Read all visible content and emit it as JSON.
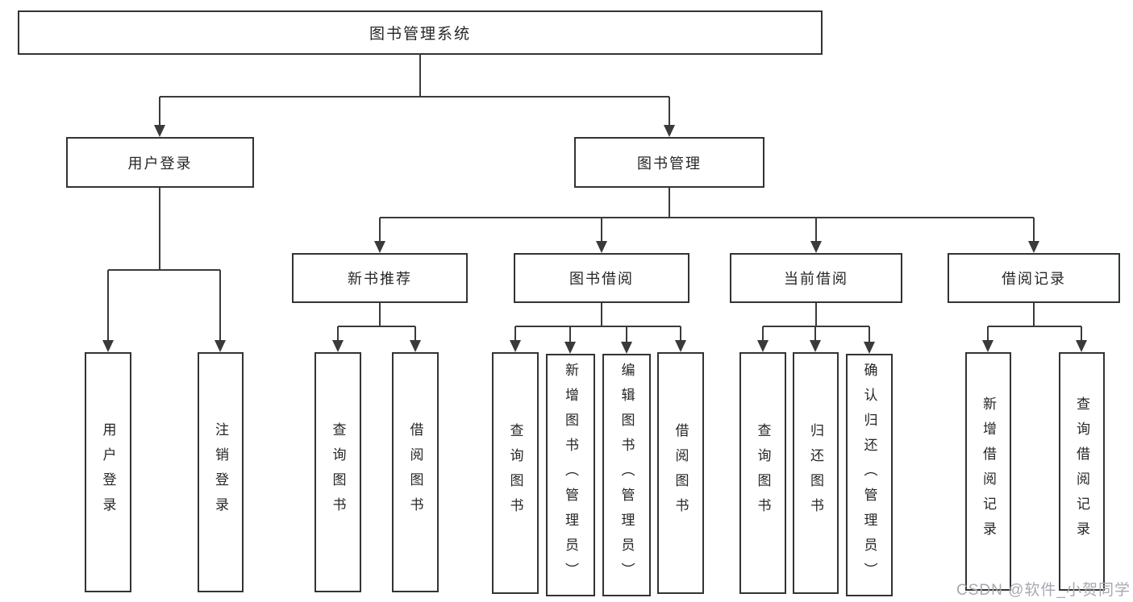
{
  "diagram": {
    "root": {
      "label": "图书管理系统"
    },
    "level2": [
      {
        "label": "用户登录"
      },
      {
        "label": "图书管理"
      }
    ],
    "level3": [
      {
        "label": "新书推荐"
      },
      {
        "label": "图书借阅"
      },
      {
        "label": "当前借阅"
      },
      {
        "label": "借阅记录"
      }
    ],
    "leaf_groups": [
      {
        "parent": "用户登录",
        "items": [
          "用户登录",
          "注销登录"
        ]
      },
      {
        "parent": "新书推荐",
        "items": [
          "查询图书",
          "借阅图书"
        ]
      },
      {
        "parent": "图书借阅",
        "items": [
          "查询图书",
          "新增图书（管理员）",
          "编辑图书（管理员）",
          "借阅图书"
        ]
      },
      {
        "parent": "当前借阅",
        "items": [
          "查询图书",
          "归还图书",
          "确认归还（管理员）"
        ]
      },
      {
        "parent": "借阅记录",
        "items": [
          "新增借阅记录",
          "查询借阅记录"
        ]
      }
    ]
  },
  "watermark": {
    "text": "CSDN @软件_小贺同学"
  },
  "colors": {
    "line": "#3a3a3a",
    "box_border": "#333333",
    "text": "#262626",
    "watermark": "#a8a8b0",
    "background": "#ffffff"
  }
}
